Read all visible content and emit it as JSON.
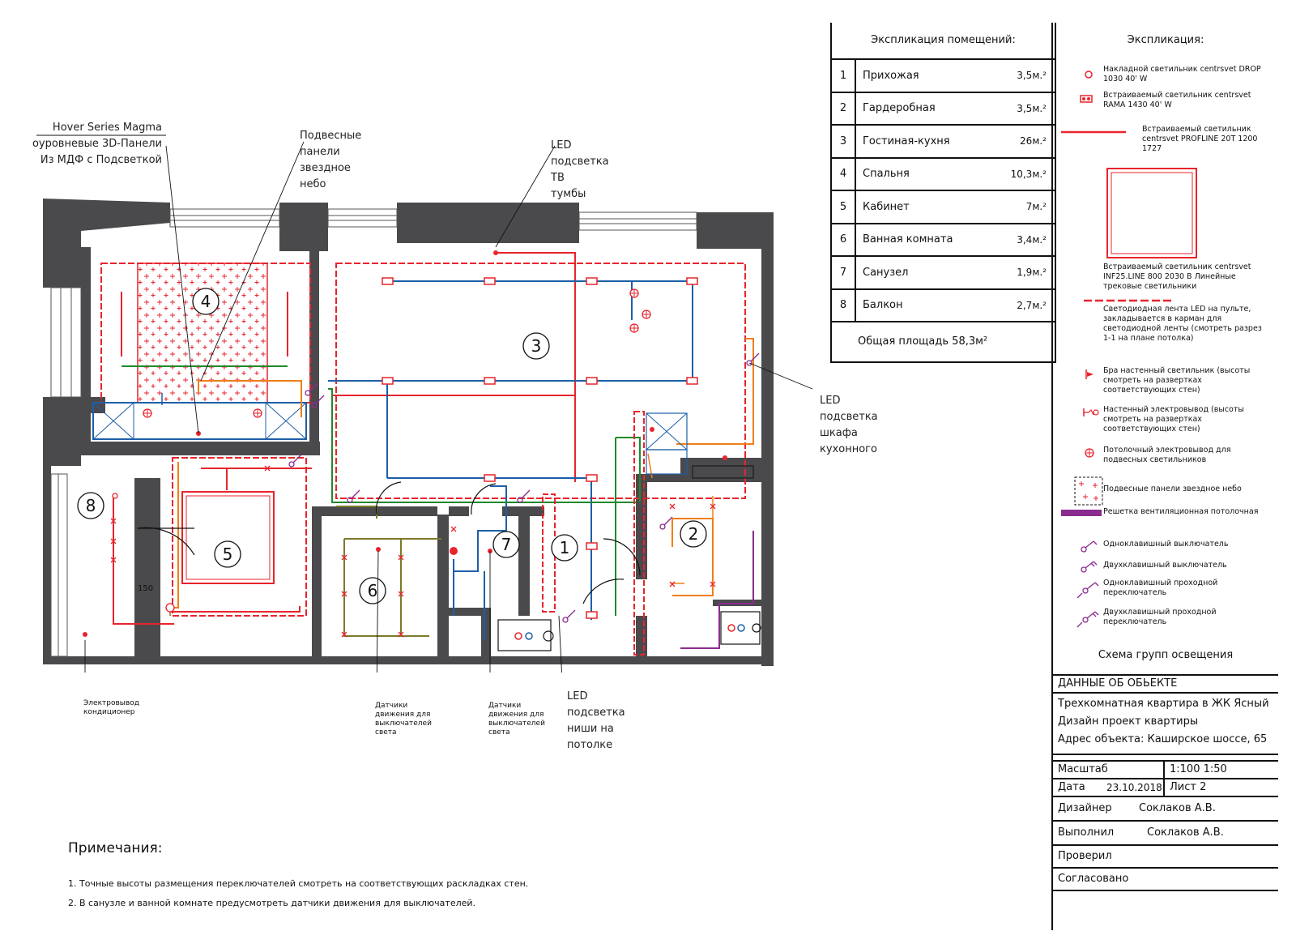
{
  "callouts": {
    "hover": [
      "Hover Series  Magma",
      "оуровневые 3D-Панели",
      "Из МДФ с Подсветкой"
    ],
    "panels": [
      "Подвесные",
      "панели",
      "звездное",
      "небо"
    ],
    "led_tv": [
      "LED",
      "подсветка",
      "ТВ",
      "тумбы"
    ],
    "led_kitchen": [
      "LED",
      "подсветка",
      "шкафа",
      "кухонного"
    ],
    "led_niche": [
      "LED",
      "подсветка",
      "ниши на",
      "потолке"
    ],
    "ac_outlet": [
      "Электровывод",
      "кондиционер"
    ],
    "sensor1": [
      "Датчики",
      "движения для",
      "выключателей",
      "света"
    ],
    "sensor2": [
      "Датчики",
      "движения для",
      "выключателей",
      "света"
    ],
    "dim_150": "150"
  },
  "room_numbers": [
    "1",
    "2",
    "3",
    "4",
    "5",
    "6",
    "7",
    "8"
  ],
  "room_table": {
    "title": "Экспликация помещений:",
    "rows": [
      {
        "n": "1",
        "name": "Прихожая",
        "area": "3,5м.²"
      },
      {
        "n": "2",
        "name": "Гардеробная",
        "area": "3,5м.²"
      },
      {
        "n": "3",
        "name": "Гостиная-кухня",
        "area": "26м.²"
      },
      {
        "n": "4",
        "name": "Спальня",
        "area": "10,3м.²"
      },
      {
        "n": "5",
        "name": "Кабинет",
        "area": "7м.²"
      },
      {
        "n": "6",
        "name": "Ванная комната",
        "area": "3,4м.²"
      },
      {
        "n": "7",
        "name": "Санузел",
        "area": "1,9м.²"
      },
      {
        "n": "8",
        "name": "Балкон",
        "area": "2,7м.²"
      }
    ],
    "total": "Общая площадь 58,3м²"
  },
  "legend": {
    "title": "Экспликация:",
    "items": [
      "Накладной светильник centrsvet DROP 1030 40' W",
      "Встраиваемый светильник centrsvet RAMA 1430 40' W",
      "Встраиваемый светильник centrsvet PROFLINE 20T 1200 1727",
      "Встраиваемый светильник centrsvet INF25.LINE 800 2030 B Линейные трековые светильники",
      "Светодиодная лента LED на пульте, закладывается в карман для светодиодной ленты (смотреть разрез 1-1 на плане потолка)",
      "Бра настенный светильник (высоты смотреть на развертках соответствующих стен)",
      "Настенный электровывод (высоты смотреть на развертках соответствующих стен)",
      "Потолочный электровывод для подвесных светильников",
      "Подвесные панели звездное небо",
      "Решетка вентиляционная потолочная",
      "Одноклавишный выключатель",
      "Двухклавишный выключатель",
      "Одноклавишный проходной переключатель",
      "Двухклавишный проходной переключатель"
    ],
    "scheme": "Схема групп освещения"
  },
  "title_block": {
    "header": "ДАННЫЕ ОБ ОБЬЕКТЕ",
    "line1": "Трехкомнатная квартира в ЖК Ясный",
    "line2": "Дизайн проект квартиры",
    "line3": "Адрес объекта: Каширское шоссе, 65",
    "scale_label": "Масштаб",
    "scale_value": "1:100    1:50",
    "date_label": "Дата",
    "date_value": "23.10.2018",
    "sheet": "Лист 2",
    "designer_label": "Дизайнер",
    "designer_value": "Соклаков А.В.",
    "done_label": "Выполнил",
    "done_value": "Соклаков А.В.",
    "checked_label": "Проверил",
    "agreed_label": "Согласовано"
  },
  "notes": {
    "title": "Примечания:",
    "items": [
      "1. Точные высоты размещения переключателей смотреть на соответствующих раскладках стен.",
      "2. В санузле и ванной комнате предусмотреть датчики движения для выключателей."
    ]
  },
  "colors": {
    "wall": "#4a4a4d",
    "red": "#e8242c",
    "blue": "#1d5fa8",
    "green": "#1f8a2b",
    "orange": "#f07f1a",
    "purple": "#8a2b8e",
    "olive": "#7c7a2a",
    "brown": "#9b6b2f"
  }
}
